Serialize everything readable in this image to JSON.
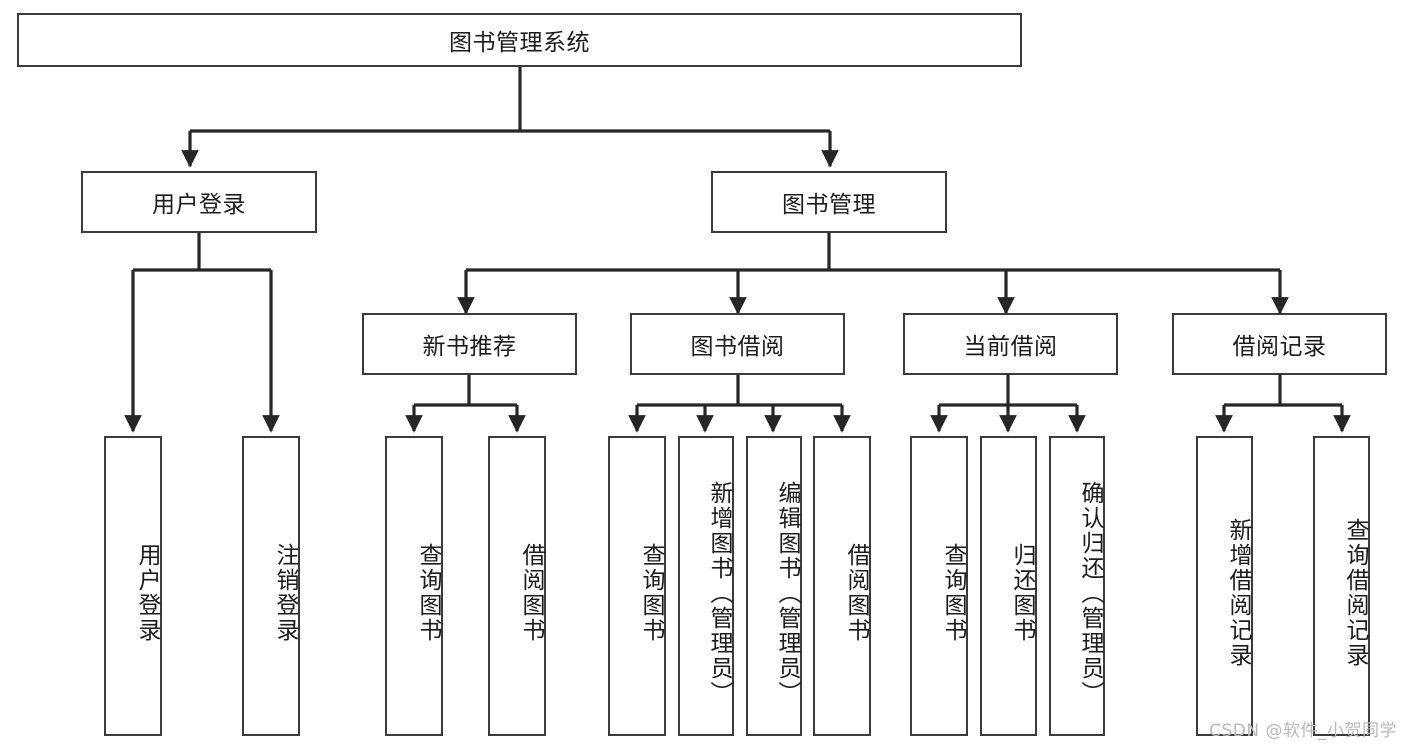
{
  "diagram": {
    "type": "tree-hierarchy",
    "title": "图书管理系统",
    "watermark": "CSDN @软件_小贺同学",
    "colors": {
      "box_border": "#3b3b3b",
      "box_fill": "#ffffff",
      "connector": "#262626",
      "text": "#1c1c1c",
      "watermark": "#b9b9b9"
    },
    "levels": {
      "root": {
        "label": "图书管理系统"
      },
      "level2": [
        {
          "id": "user-login",
          "label": "用户登录"
        },
        {
          "id": "book-manage",
          "label": "图书管理"
        }
      ],
      "level3": [
        {
          "id": "new-book-recommend",
          "label": "新书推荐"
        },
        {
          "id": "book-borrow",
          "label": "图书借阅"
        },
        {
          "id": "current-borrow",
          "label": "当前借阅"
        },
        {
          "id": "borrow-record",
          "label": "借阅记录"
        }
      ],
      "leaves": [
        {
          "id": "leaf-user-login",
          "label": "用户登录",
          "parent": "user-login"
        },
        {
          "id": "leaf-logout-login",
          "label": "注销登录",
          "parent": "user-login"
        },
        {
          "id": "leaf-query-book-1",
          "label": "查询图书",
          "parent": "new-book-recommend"
        },
        {
          "id": "leaf-borrow-book-1",
          "label": "借阅图书",
          "parent": "new-book-recommend"
        },
        {
          "id": "leaf-query-book-2",
          "label": "查询图书",
          "parent": "book-borrow"
        },
        {
          "id": "leaf-add-book",
          "label": "新增图书（管理员）",
          "parent": "book-borrow"
        },
        {
          "id": "leaf-edit-book",
          "label": "编辑图书（管理员）",
          "parent": "book-borrow"
        },
        {
          "id": "leaf-borrow-book-2",
          "label": "借阅图书",
          "parent": "book-borrow"
        },
        {
          "id": "leaf-query-book-3",
          "label": "查询图书",
          "parent": "current-borrow"
        },
        {
          "id": "leaf-return-book",
          "label": "归还图书",
          "parent": "current-borrow"
        },
        {
          "id": "leaf-confirm-return",
          "label": "确认归还（管理员）",
          "parent": "current-borrow"
        },
        {
          "id": "leaf-add-record",
          "label": "新增借阅记录",
          "parent": "borrow-record"
        },
        {
          "id": "leaf-query-record",
          "label": "查询借阅记录",
          "parent": "borrow-record"
        }
      ]
    }
  }
}
